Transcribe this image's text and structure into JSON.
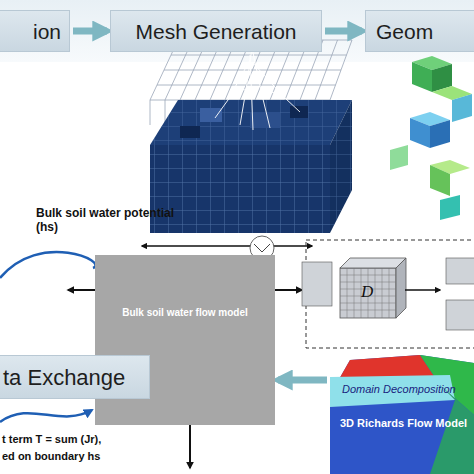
{
  "diagram": {
    "nodes": [
      {
        "text": [
          "ion"
        ]
      },
      {
        "text": [
          "Mesh Generation"
        ]
      },
      {
        "text": [
          "Geom"
        ]
      },
      {
        "text": [
          "Bulk soil water flow model"
        ]
      },
      {
        "text": [
          "ta Exchange"
        ]
      },
      {
        "text": [
          "Domain Decomposition",
          "3D Richards Flow Model"
        ]
      }
    ],
    "edges": [
      {
        "from": 0,
        "to": 1,
        "arrow": "to"
      },
      {
        "from": 1,
        "to": 2,
        "arrow": "to"
      },
      {
        "from": 5,
        "to": 3,
        "arrow": "to"
      }
    ],
    "labels": [
      "Bulk soil water potential (hs)",
      "t term T = sum (Jr),",
      "ed on boundary hs",
      "D"
    ]
  }
}
